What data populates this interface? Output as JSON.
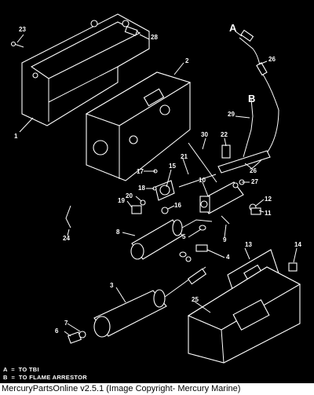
{
  "callouts": {
    "c1": "1",
    "c2": "2",
    "c3": "3",
    "c4": "4",
    "c5": "5",
    "c6": "6",
    "c7": "7",
    "c8": "8",
    "c9": "9",
    "c10": "10",
    "c11": "11",
    "c12": "12",
    "c13": "13",
    "c14": "14",
    "c15": "15",
    "c16": "16",
    "c17": "17",
    "c18": "18",
    "c19": "19",
    "c20": "20",
    "c21": "21",
    "c22": "22",
    "c23": "23",
    "c24": "24",
    "c25": "25",
    "c26a": "26",
    "c26b": "26",
    "c27": "27",
    "c28": "28",
    "c29": "29",
    "c30": "30",
    "cA": "A",
    "cB": "B"
  },
  "legend": {
    "line_a": "A  =  TO TBI",
    "line_b": "B  =  TO FLAME ARRESTOR"
  },
  "footer": "MercuryPartsOnline v2.5.1 (Image Copyright- Mercury Marine)"
}
